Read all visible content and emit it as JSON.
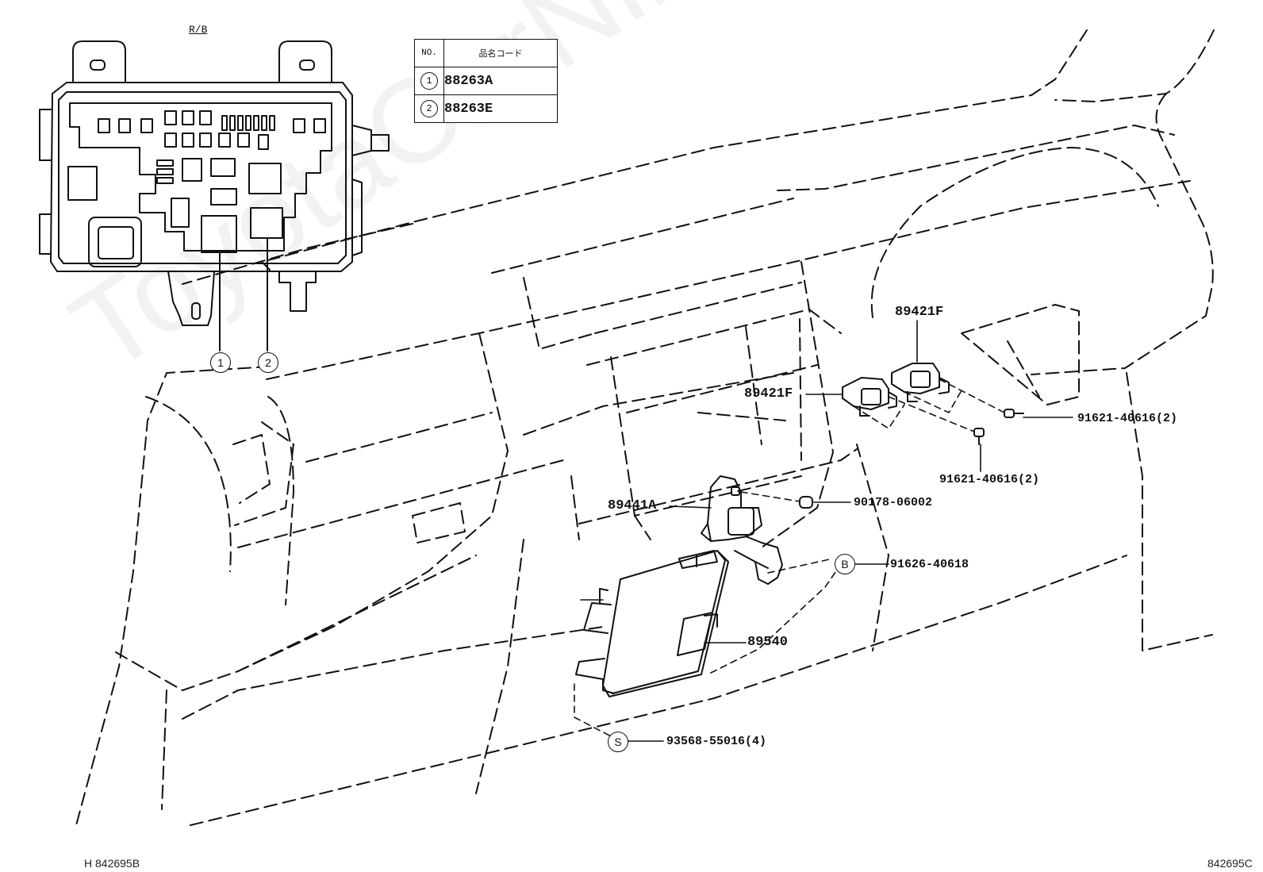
{
  "fuse_box": {
    "label": "R/B"
  },
  "table": {
    "header_no": "NO.",
    "header_code": "品名コード",
    "rows": [
      {
        "no": "1",
        "code": "88263A"
      },
      {
        "no": "2",
        "code": "88263E"
      }
    ]
  },
  "callouts": {
    "c1": "1",
    "c2": "2",
    "b": "B",
    "s": "S"
  },
  "parts": {
    "p89421F_upper": "89421F",
    "p89421F_lower": "89421F",
    "p91621_right": "91621-40616(2)",
    "p91621_mid": "91621-40616(2)",
    "p89441A": "89441A",
    "p90178": "90178-06002",
    "p91626": "91626-40618",
    "p89540": "89540",
    "p93568": "93568-55016(4)"
  },
  "footer": {
    "left": "H 842695B",
    "right": "842695C"
  },
  "watermark": "ToyotaCarNine.ru"
}
